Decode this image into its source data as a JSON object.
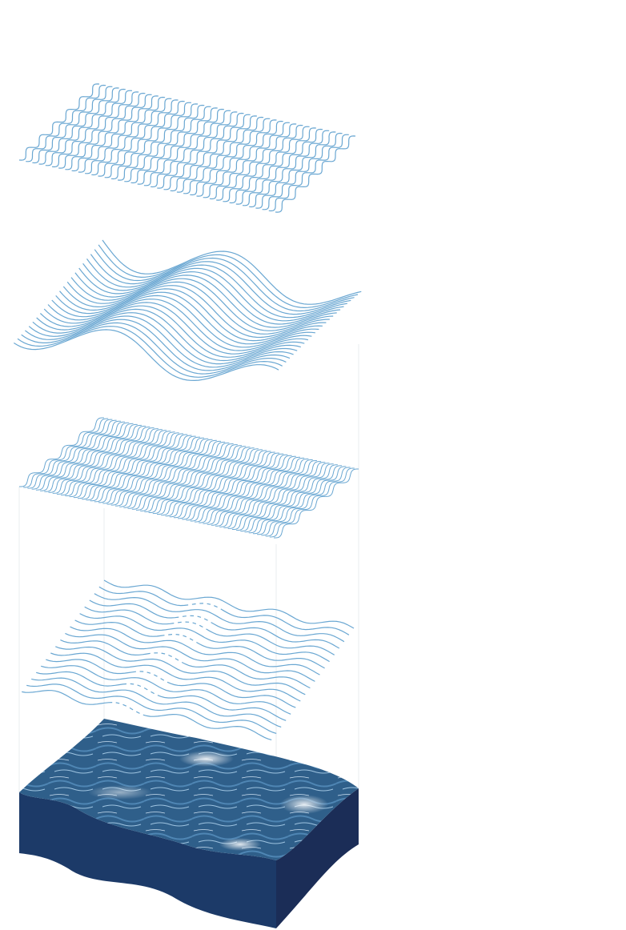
{
  "title": "",
  "colors": {
    "background": "#ffffff",
    "wave_line": "#6aa7d2",
    "sea_top": "#2f5f8a",
    "sea_highlight": "#d7e8f4",
    "sea_side_front": "#1c3a68",
    "sea_side_right": "#1b2d57",
    "guide_line": "#e9ecef",
    "label_text": "#ffffff"
  },
  "layers": [
    {
      "id": "layer-1",
      "kind": "wave-lines",
      "label": "",
      "icon": "short-ripple-lines"
    },
    {
      "id": "layer-2",
      "kind": "wave-lines",
      "label": "",
      "icon": "swell-lines"
    },
    {
      "id": "layer-3",
      "kind": "wave-lines",
      "label": "",
      "icon": "dense-ripple-lines"
    },
    {
      "id": "layer-4",
      "kind": "wave-lines",
      "label": "",
      "icon": "broken-wave-lines"
    },
    {
      "id": "layer-5",
      "kind": "sea-block",
      "label": "",
      "label_line2": "",
      "icon": "ocean-block"
    }
  ]
}
